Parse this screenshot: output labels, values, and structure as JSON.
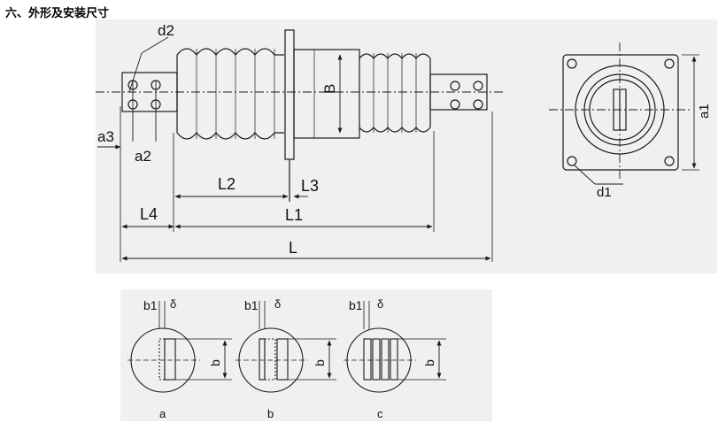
{
  "page": {
    "heading": "六、外形及安装尺寸"
  },
  "main_view": {
    "labels": {
      "d2": "d2",
      "B": "B",
      "a3": "a3",
      "a2": "a2",
      "L2": "L2",
      "L3": "L3",
      "L4": "L4",
      "L1": "L1",
      "L": "L"
    }
  },
  "end_view": {
    "labels": {
      "a1": "a1",
      "d1": "d1"
    }
  },
  "sections": [
    {
      "b1": "b1",
      "delta": "δ",
      "b": "b",
      "caption": "a"
    },
    {
      "b1": "b1",
      "delta": "δ",
      "b": "b",
      "caption": "b"
    },
    {
      "b1": "b1",
      "delta": "δ",
      "b": "b",
      "caption": "c"
    }
  ],
  "colors": {
    "panel": "#f0f0ef",
    "line": "#1a1a1a",
    "text": "#000000"
  }
}
